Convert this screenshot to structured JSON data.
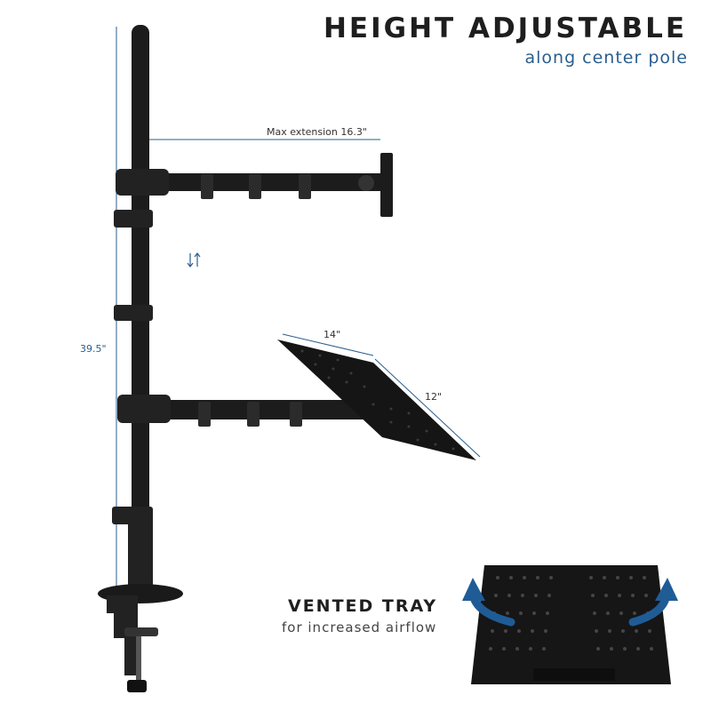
{
  "header": {
    "title": "HEIGHT ADJUSTABLE",
    "subtitle": "along center pole"
  },
  "dimensions": {
    "max_extension": "Max extension 16.3\"",
    "pole_height": "39.5\"",
    "tray_width": "14\"",
    "tray_depth": "12\""
  },
  "adjust_icon": "up-down-arrows-icon",
  "tray_callout": {
    "title": "VENTED TRAY",
    "subtitle": "for increased airflow"
  },
  "colors": {
    "accent_blue": "#2a5e8f",
    "product_black": "#1c1c1c",
    "arrow_blue": "#1f5c96"
  }
}
